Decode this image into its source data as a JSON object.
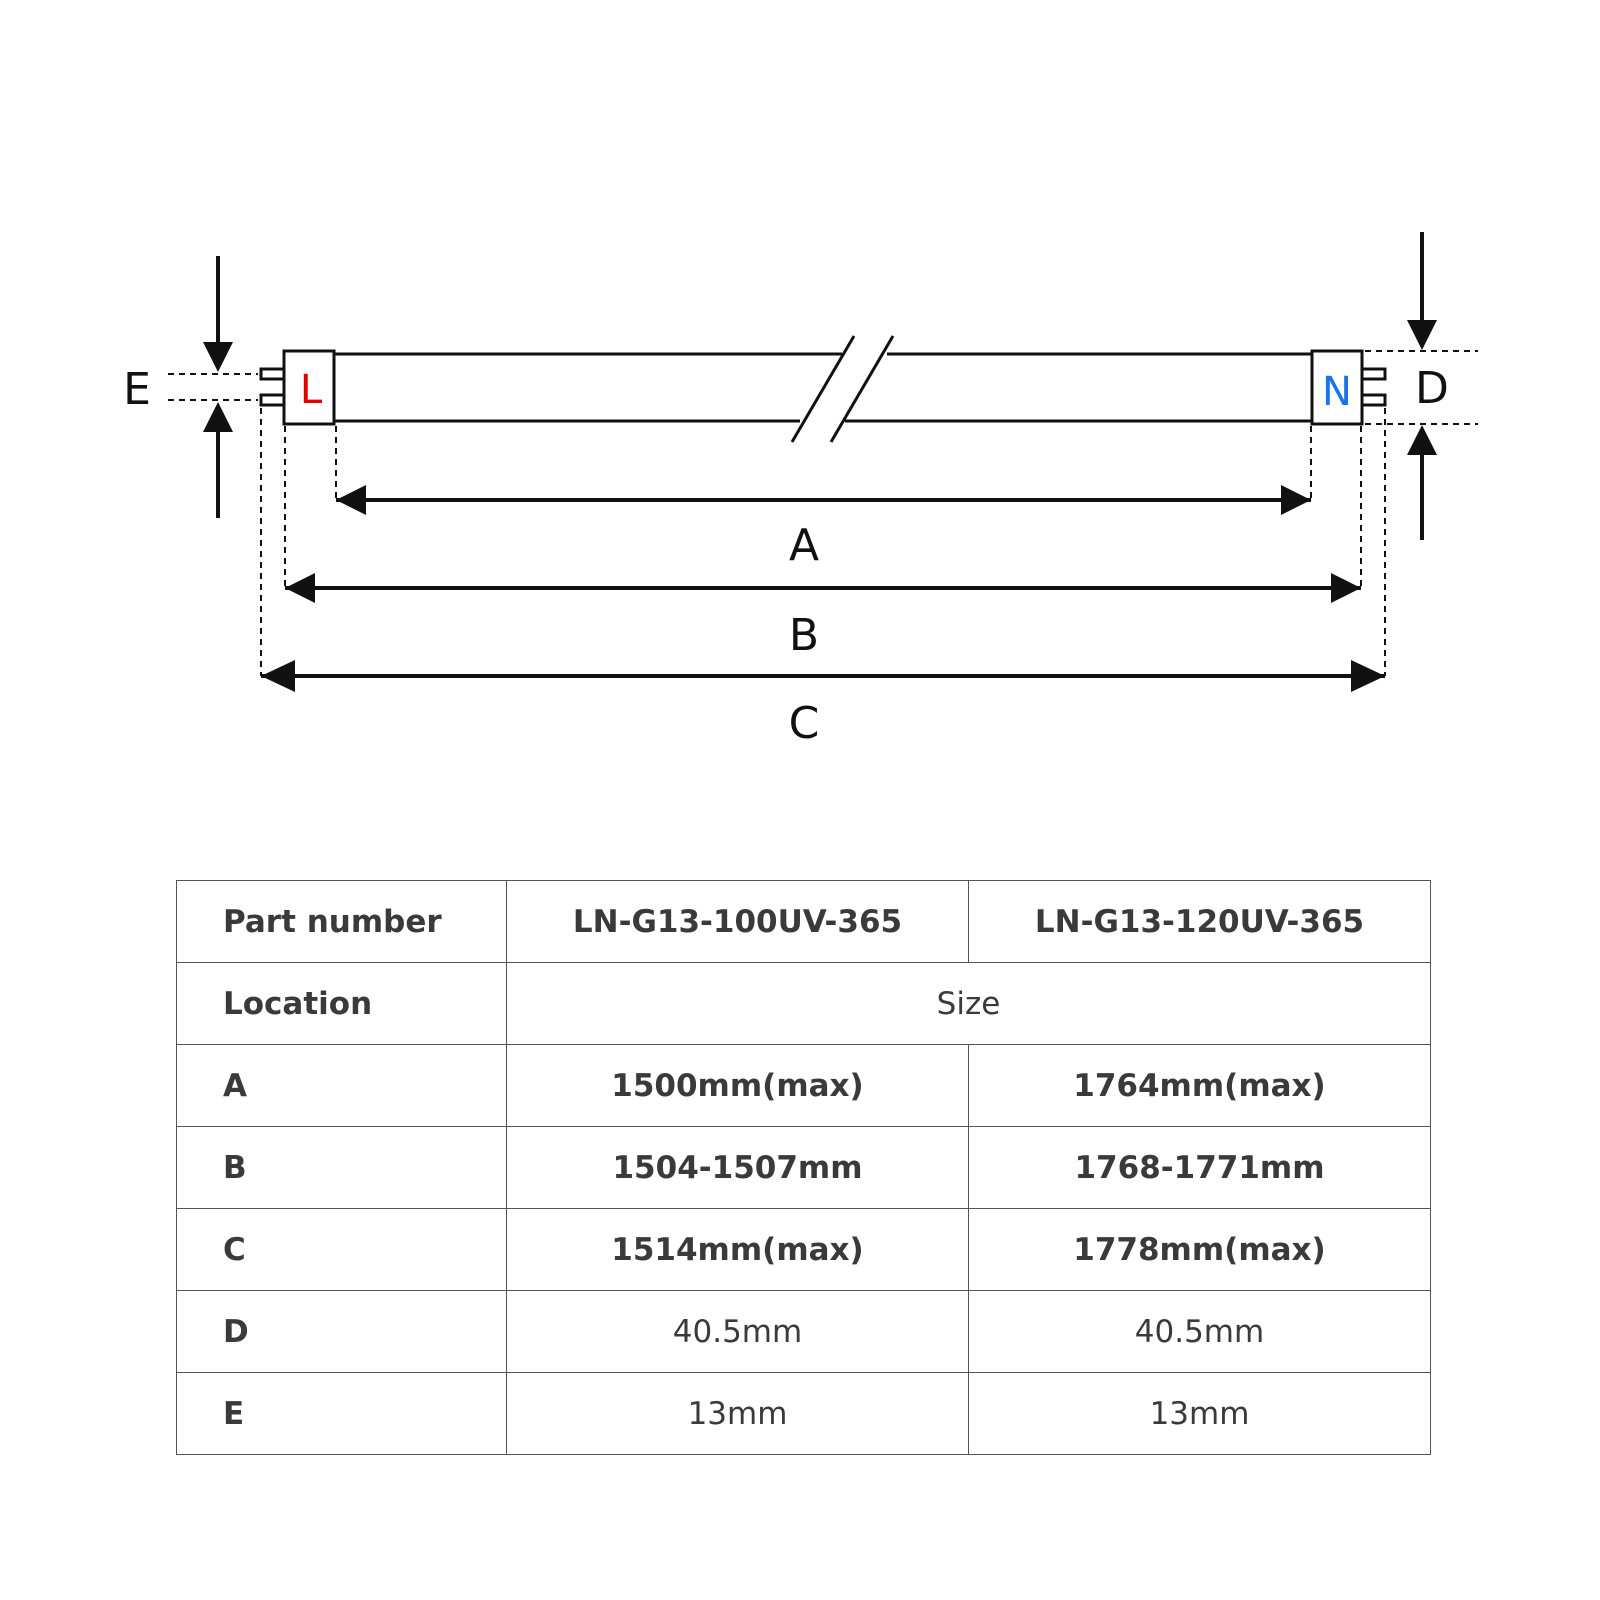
{
  "diagram": {
    "end_left_label": "L",
    "end_right_label": "N",
    "colors": {
      "line_end": "#e00000",
      "neutral_end": "#1a73e8",
      "stroke": "#111111"
    },
    "dimension_labels": {
      "a": "A",
      "b": "B",
      "c": "C",
      "d": "D",
      "e": "E"
    }
  },
  "table": {
    "header": {
      "label": "Part number",
      "models": [
        "LN-G13-100UV-365",
        "LN-G13-120UV-365"
      ]
    },
    "subheader": {
      "label": "Location",
      "span_label": "Size"
    },
    "rows": [
      {
        "location": "A",
        "values": [
          "1500mm(max)",
          "1764mm(max)"
        ]
      },
      {
        "location": "B",
        "values": [
          "1504-1507mm",
          "1768-1771mm"
        ]
      },
      {
        "location": "C",
        "values": [
          "1514mm(max)",
          "1778mm(max)"
        ]
      },
      {
        "location": "D",
        "values": [
          "40.5mm",
          "40.5mm"
        ]
      },
      {
        "location": "E",
        "values": [
          "13mm",
          "13mm"
        ]
      }
    ]
  }
}
